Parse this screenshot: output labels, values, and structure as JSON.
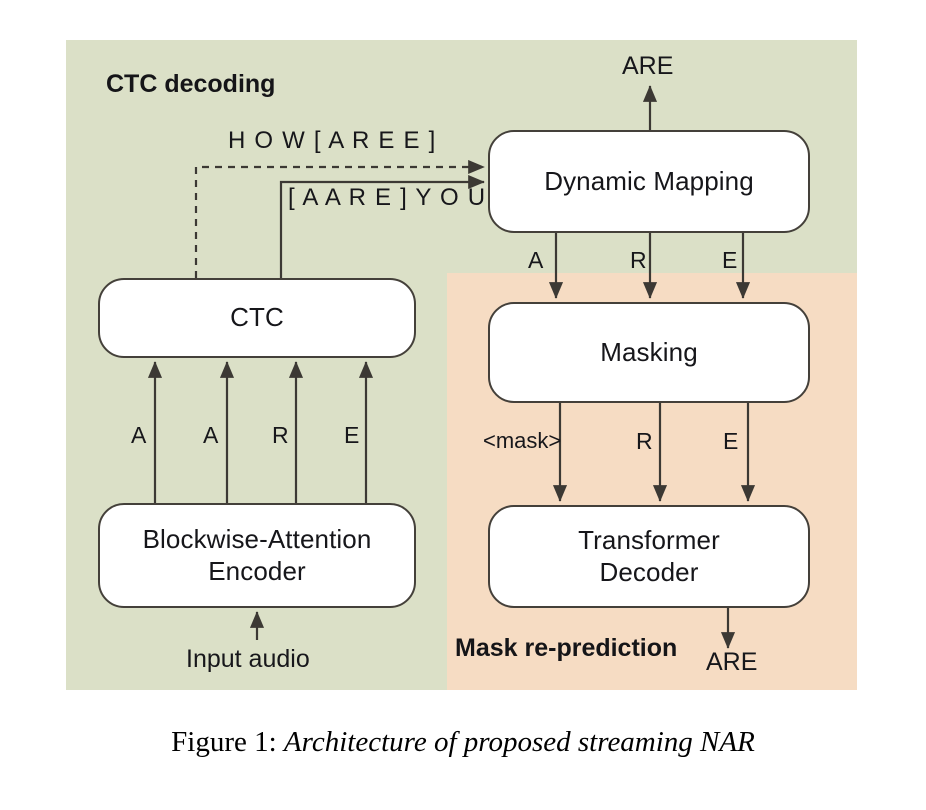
{
  "figure": {
    "caption_prefix": "Figure 1:",
    "caption_text": "Architecture of proposed streaming NAR"
  },
  "panels": {
    "green": {
      "title": "CTC decoding",
      "color": "#dbe0c7"
    },
    "orange": {
      "title": "Mask re-prediction",
      "color": "#f6dcc3"
    }
  },
  "nodes": {
    "ctc": "CTC",
    "encoder_line1": "Blockwise-Attention",
    "encoder_line2": "Encoder",
    "dynamic_mapping": "Dynamic Mapping",
    "masking": "Masking",
    "decoder_line1": "Transformer",
    "decoder_line2": "Decoder"
  },
  "edge_labels": {
    "how_aree": "H O W [ A R E E ]",
    "aare_you": "[ A A R E ] Y O U",
    "encoder_tokens": [
      "A",
      "A",
      "R",
      "E"
    ],
    "dynamic_mapping_tokens": [
      "A",
      "R",
      "E"
    ],
    "masking_tokens": [
      "<mask>",
      "R",
      "E"
    ],
    "output_top": "ARE",
    "output_bottom": "ARE",
    "input_audio": "Input audio"
  },
  "colors": {
    "stroke": "#44403a",
    "box_fill": "#ffffff",
    "text": "#16161a"
  }
}
